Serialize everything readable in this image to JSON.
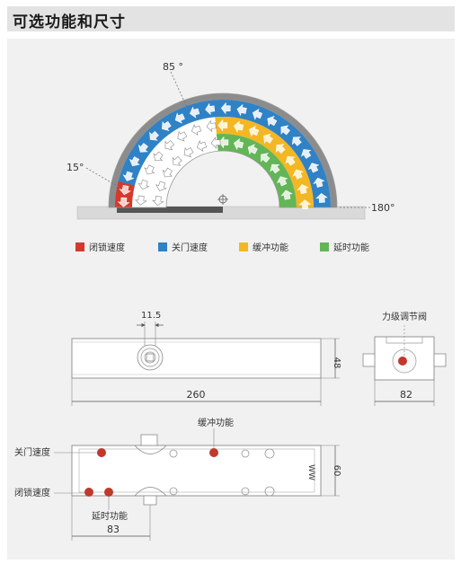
{
  "title": "可选功能和尺寸",
  "angles": {
    "a85": "85 °",
    "a15": "15°",
    "a180": "180°"
  },
  "colors": {
    "lock": "#d6392b",
    "close": "#2f82c6",
    "buffer": "#f3b724",
    "delay": "#63b557"
  },
  "legend": [
    {
      "label": "闭锁速度",
      "color": "#d6392b"
    },
    {
      "label": "关门速度",
      "color": "#2f82c6"
    },
    {
      "label": "缓冲功能",
      "color": "#f3b724"
    },
    {
      "label": "延时功能",
      "color": "#63b557"
    }
  ],
  "dims": {
    "d11_5": "11.5",
    "d48": "48",
    "d260": "260",
    "d82": "82",
    "d60": "60",
    "d83": "83"
  },
  "labels": {
    "valve": "力级调节阀",
    "buffer": "缓冲功能",
    "close": "关门速度",
    "lock": "闭锁速度",
    "delay": "延时功能"
  }
}
